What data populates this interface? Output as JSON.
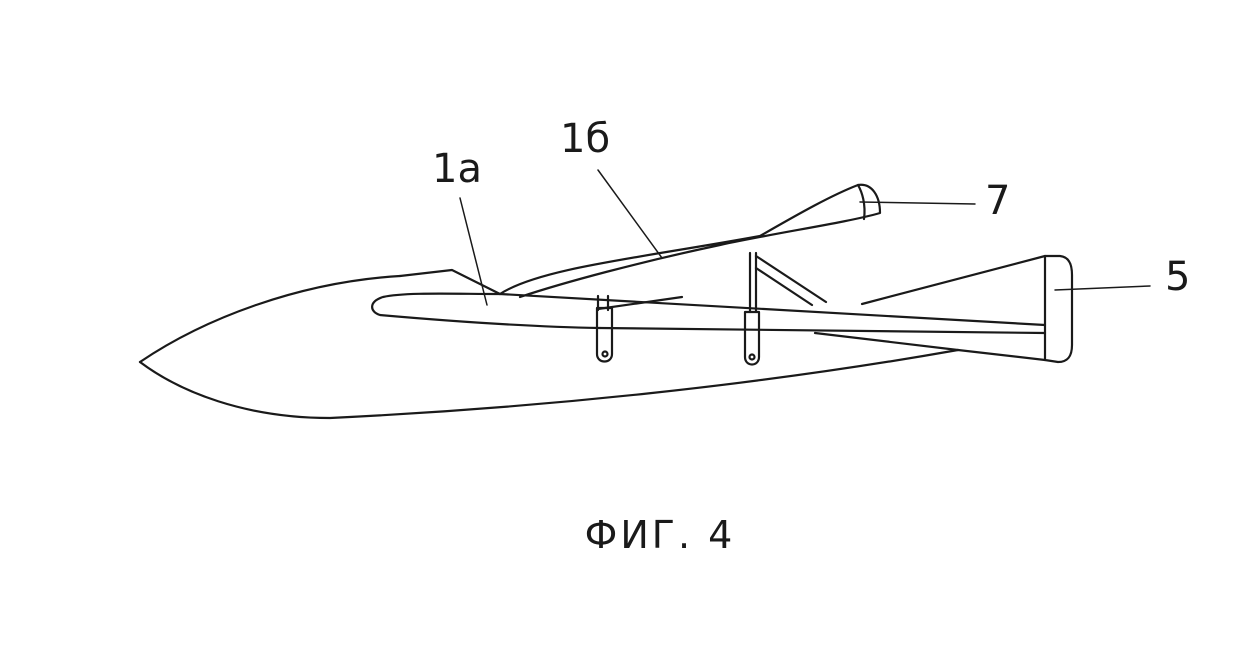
{
  "labels": {
    "part_1a": "1а",
    "part_1b": "1б",
    "part_7": "7",
    "part_5": "5"
  },
  "caption": "ФИГ. 4",
  "colors": {
    "line": "#1a1a1a",
    "background": "#ffffff"
  }
}
